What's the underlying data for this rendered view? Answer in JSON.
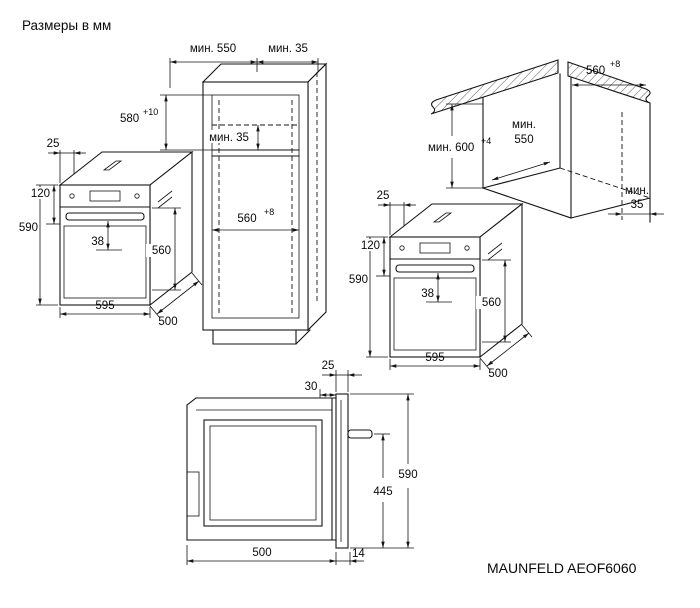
{
  "title": "Размеры в мм",
  "model": "MAUNFELD AEOF6060",
  "oven": {
    "top_offset": "25",
    "panel_height": "120",
    "height": "590",
    "handle_gap": "38",
    "door_height": "560",
    "width": "595",
    "depth": "500"
  },
  "column": {
    "depth_min": "мин. 550",
    "wall_gap_min": "мин. 35",
    "niche_height": "580",
    "niche_height_tol": "+10",
    "vent_gap_min": "мин. 35",
    "niche_width": "560",
    "niche_width_tol": "+8"
  },
  "counter": {
    "niche_width": "560",
    "niche_width_tol": "+8",
    "height_min": "мин. 600",
    "height_tol": "+4",
    "depth_min_word": "мин.",
    "depth_min_value": "550",
    "rear_gap_word": "мин.",
    "rear_gap_value": "35"
  },
  "section": {
    "door_thickness": "25",
    "door_gap": "30",
    "height": "590",
    "handle_to_bottom": "445",
    "depth": "500",
    "bottom_overhang": "14"
  }
}
